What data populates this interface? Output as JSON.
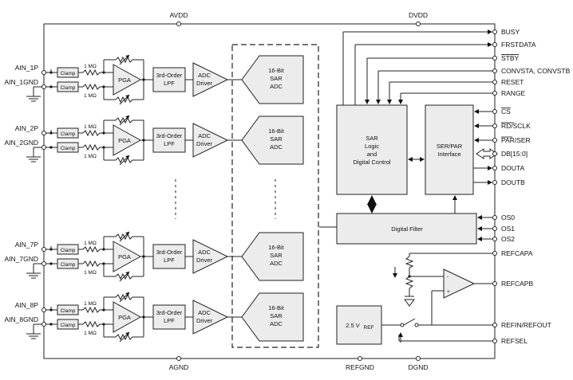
{
  "top": {
    "avdd": "AVDD",
    "dvdd": "DVDD"
  },
  "bottom": {
    "agnd": "AGND",
    "refgnd": "REFGND",
    "dgnd": "DGND"
  },
  "channels": [
    {
      "p": "AIN_1P",
      "gnd": "AIN_1GND"
    },
    {
      "p": "AIN_2P",
      "gnd": "AIN_2GND"
    },
    {
      "p": "AIN_7P",
      "gnd": "AIN_7GND"
    },
    {
      "p": "AIN_8P",
      "gnd": "AIN_8GND"
    }
  ],
  "chain": {
    "clamp": "Clamp",
    "resistor": "1 MΩ",
    "pga": "PGA",
    "lpf": [
      "3rd-Order",
      "LPF"
    ],
    "driver": [
      "ADC",
      "Driver"
    ],
    "adc": [
      "16-Bit",
      "SAR",
      "ADC"
    ]
  },
  "logic": {
    "sar": [
      "SAR",
      "Logic",
      "and",
      "Digital Control"
    ],
    "ser": [
      "SER/PAR",
      "Interface"
    ],
    "filter": "Digital Filter",
    "vref": "2.5 V",
    "vref_sub": "REF"
  },
  "right_pins": {
    "busy": "BUSY",
    "frstdata": "FRSTDATA",
    "stby": "STBY",
    "convst": "CONVSTA, CONVSTB",
    "reset": "RESET",
    "range": "RANGE",
    "cs": "CS",
    "rd": "RD/SCLK",
    "parser": "PAR/SER",
    "db": "DB[15:0]",
    "douta": "DOUTA",
    "doutb": "DOUTB",
    "os0": "OS0",
    "os1": "OS1",
    "os2": "OS2",
    "refcapa": "REFCAPA",
    "refcapb": "REFCAPB",
    "refin": "REFIN/REFOUT",
    "refsel": "REFSEL"
  }
}
